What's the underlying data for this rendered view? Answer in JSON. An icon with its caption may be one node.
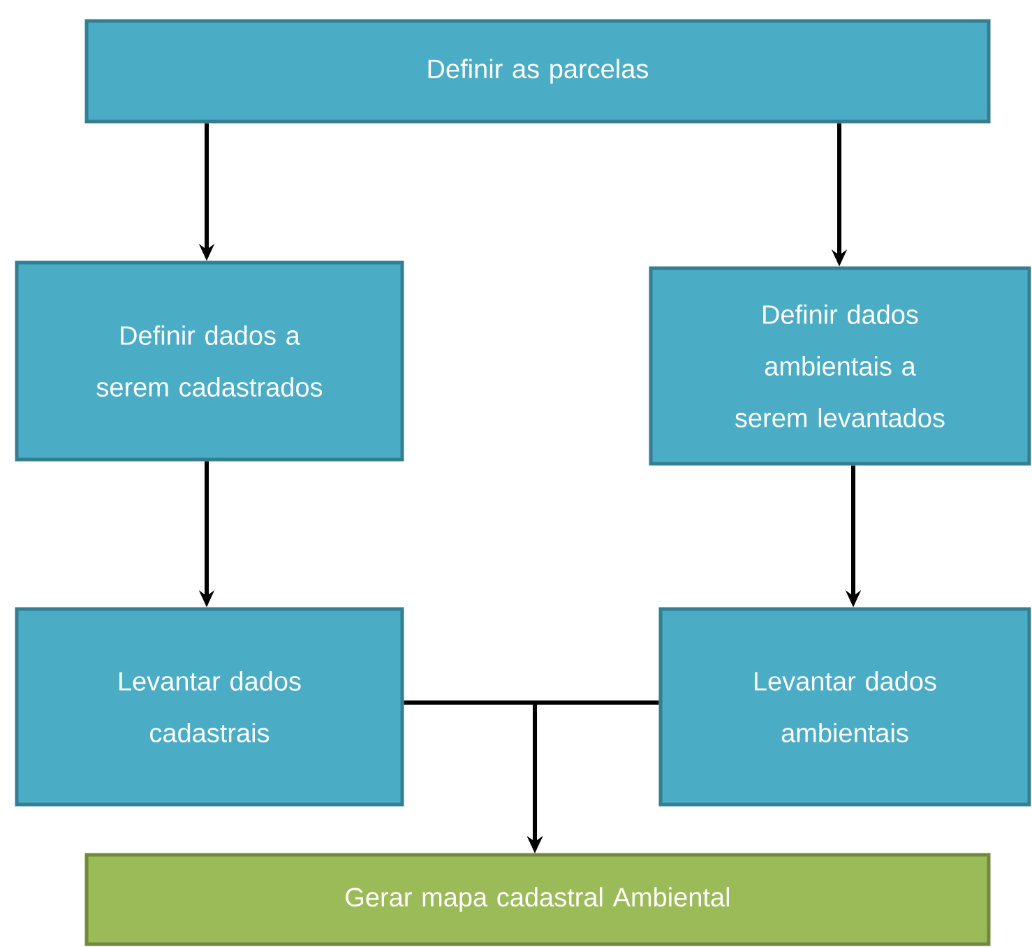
{
  "diagram": {
    "nodes": [
      {
        "text": [
          "Definir as parcelas"
        ]
      },
      {
        "text": [
          "Definir dados a serem cadastrados"
        ]
      },
      {
        "text": [
          "Definir dados ambientais a serem levantados"
        ]
      },
      {
        "text": [
          "Levantar dados cadastrais"
        ]
      },
      {
        "text": [
          "Levantar dados ambientais"
        ]
      },
      {
        "text": [
          "Gerar mapa cadastral Ambiental"
        ]
      }
    ],
    "edges": [
      {
        "from": 0,
        "to": 1,
        "arrow": "to"
      },
      {
        "from": 0,
        "to": 2,
        "arrow": "to"
      },
      {
        "from": 1,
        "to": 3,
        "arrow": "to"
      },
      {
        "from": 2,
        "to": 4,
        "arrow": "to"
      },
      {
        "from": 3,
        "to": 5,
        "arrow": "to"
      },
      {
        "from": 4,
        "to": 5,
        "arrow": "to"
      }
    ]
  }
}
